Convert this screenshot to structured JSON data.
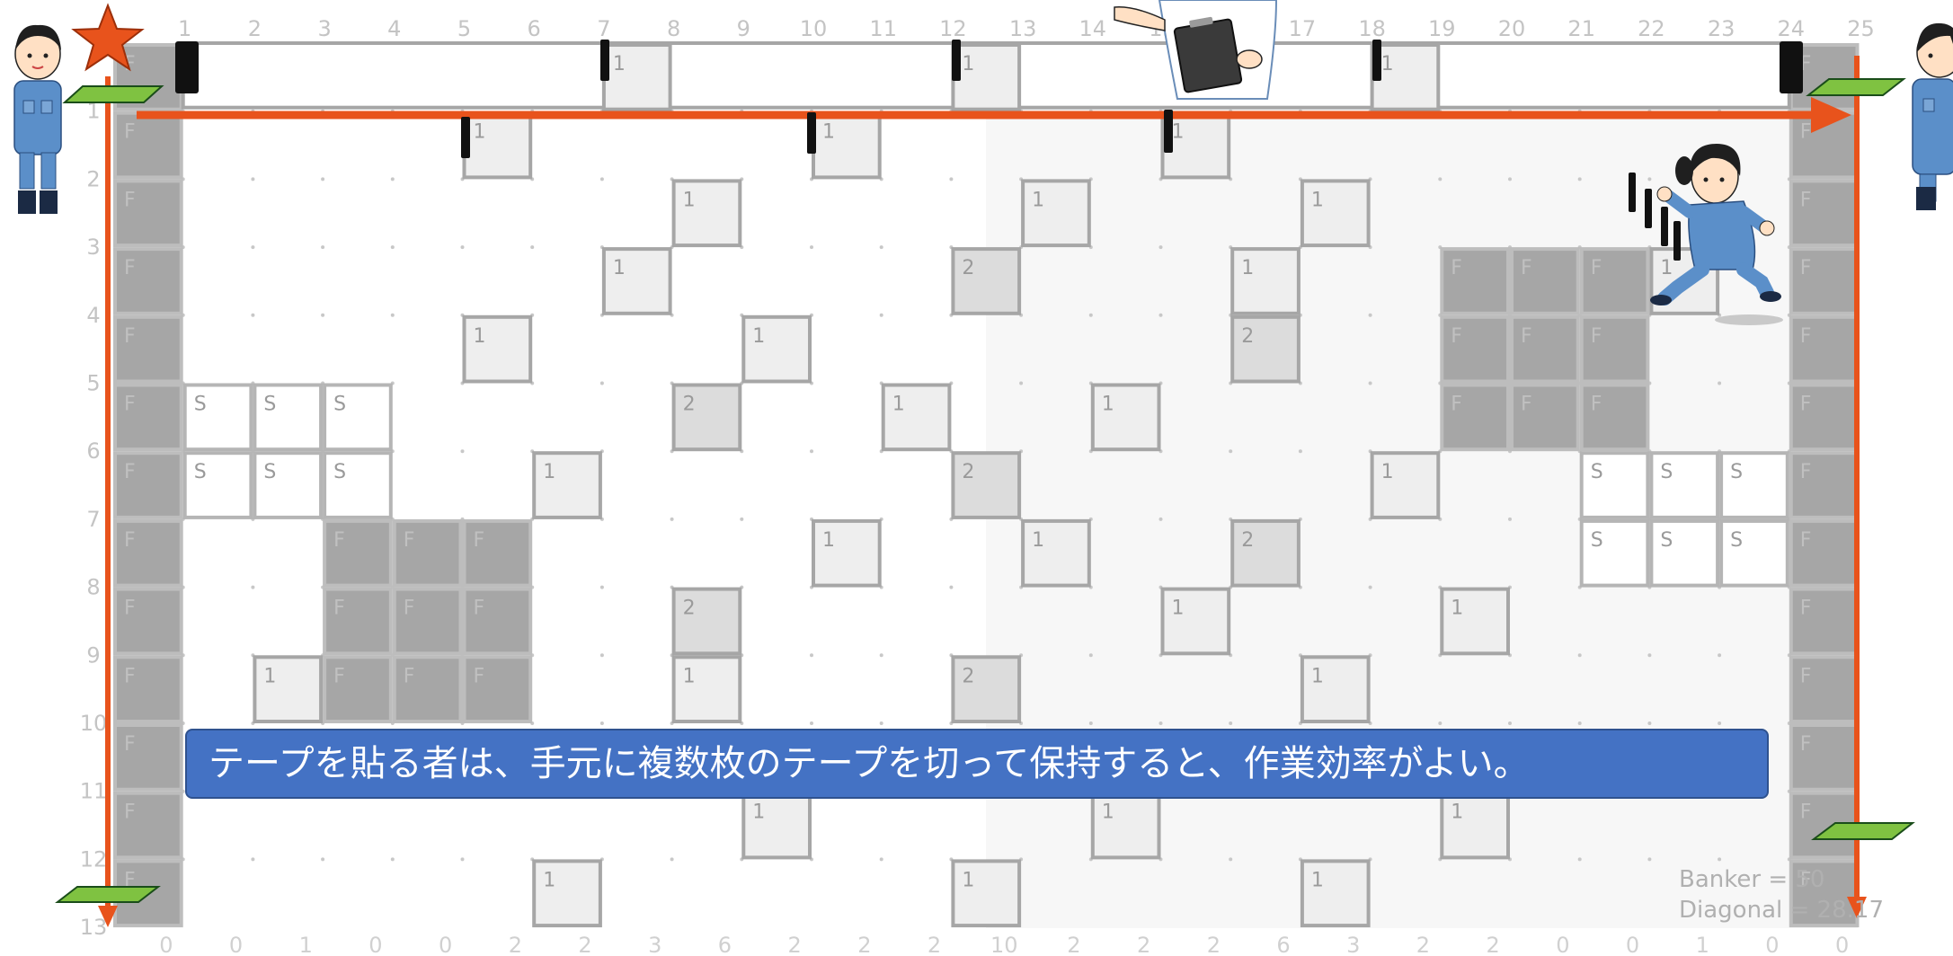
{
  "grid": {
    "col_labels": [
      "1",
      "2",
      "3",
      "4",
      "5",
      "6",
      "7",
      "8",
      "9",
      "10",
      "11",
      "12",
      "13",
      "14",
      "15",
      "16",
      "17",
      "18",
      "19",
      "20",
      "21",
      "22",
      "23",
      "24",
      "25"
    ],
    "row_labels": [
      "1",
      "2",
      "3",
      "4",
      "5",
      "6",
      "7",
      "8",
      "9",
      "10",
      "11",
      "12",
      "13"
    ],
    "bottom_values": [
      "0",
      "0",
      "1",
      "0",
      "0",
      "2",
      "2",
      "3",
      "6",
      "2",
      "2",
      "2",
      "10",
      "2",
      "2",
      "2",
      "6",
      "3",
      "2",
      "2",
      "0",
      "0",
      "1",
      "0",
      "0"
    ]
  },
  "cells": [
    {
      "c": 7,
      "r": 0,
      "t": "1"
    },
    {
      "c": 12,
      "r": 0,
      "t": "1"
    },
    {
      "c": 18,
      "r": 0,
      "t": "1"
    },
    {
      "c": 5,
      "r": 1,
      "t": "1"
    },
    {
      "c": 10,
      "r": 1,
      "t": "1"
    },
    {
      "c": 15,
      "r": 1,
      "t": "1"
    },
    {
      "c": 8,
      "r": 2,
      "t": "1"
    },
    {
      "c": 13,
      "r": 2,
      "t": "1"
    },
    {
      "c": 17,
      "r": 2,
      "t": "1"
    },
    {
      "c": 7,
      "r": 3,
      "t": "1"
    },
    {
      "c": 12,
      "r": 3,
      "t": "2"
    },
    {
      "c": 16,
      "r": 3,
      "t": "1"
    },
    {
      "c": 22,
      "r": 3,
      "t": "1"
    },
    {
      "c": 5,
      "r": 4,
      "t": "1"
    },
    {
      "c": 9,
      "r": 4,
      "t": "1"
    },
    {
      "c": 16,
      "r": 4,
      "t": "2"
    },
    {
      "c": 8,
      "r": 5,
      "t": "2"
    },
    {
      "c": 11,
      "r": 5,
      "t": "1"
    },
    {
      "c": 14,
      "r": 5,
      "t": "1"
    },
    {
      "c": 6,
      "r": 6,
      "t": "1"
    },
    {
      "c": 12,
      "r": 6,
      "t": "2"
    },
    {
      "c": 18,
      "r": 6,
      "t": "1"
    },
    {
      "c": 10,
      "r": 7,
      "t": "1"
    },
    {
      "c": 13,
      "r": 7,
      "t": "1"
    },
    {
      "c": 16,
      "r": 7,
      "t": "2"
    },
    {
      "c": 8,
      "r": 8,
      "t": "2"
    },
    {
      "c": 15,
      "r": 8,
      "t": "1"
    },
    {
      "c": 19,
      "r": 8,
      "t": "1"
    },
    {
      "c": 2,
      "r": 9,
      "t": "1"
    },
    {
      "c": 8,
      "r": 9,
      "t": "1"
    },
    {
      "c": 12,
      "r": 9,
      "t": "2"
    },
    {
      "c": 17,
      "r": 9,
      "t": "1"
    },
    {
      "c": 9,
      "r": 11,
      "t": "1"
    },
    {
      "c": 14,
      "r": 11,
      "t": "1"
    },
    {
      "c": 19,
      "r": 11,
      "t": "1"
    },
    {
      "c": 6,
      "r": 12,
      "t": "1"
    },
    {
      "c": 12,
      "r": 12,
      "t": "1"
    },
    {
      "c": 17,
      "r": 12,
      "t": "1"
    }
  ],
  "seat_cells": [
    {
      "c": 1,
      "r": 5
    },
    {
      "c": 2,
      "r": 5
    },
    {
      "c": 3,
      "r": 5
    },
    {
      "c": 1,
      "r": 6
    },
    {
      "c": 2,
      "r": 6
    },
    {
      "c": 3,
      "r": 6
    },
    {
      "c": 21,
      "r": 6
    },
    {
      "c": 22,
      "r": 6
    },
    {
      "c": 23,
      "r": 6
    },
    {
      "c": 21,
      "r": 7
    },
    {
      "c": 22,
      "r": 7
    },
    {
      "c": 23,
      "r": 7
    }
  ],
  "f_cells": [
    {
      "c": 3,
      "r": 7
    },
    {
      "c": 4,
      "r": 7
    },
    {
      "c": 5,
      "r": 7
    },
    {
      "c": 3,
      "r": 8
    },
    {
      "c": 4,
      "r": 8
    },
    {
      "c": 5,
      "r": 8
    },
    {
      "c": 3,
      "r": 9
    },
    {
      "c": 4,
      "r": 9
    },
    {
      "c": 5,
      "r": 9
    },
    {
      "c": 19,
      "r": 3
    },
    {
      "c": 20,
      "r": 3
    },
    {
      "c": 21,
      "r": 3
    },
    {
      "c": 19,
      "r": 4
    },
    {
      "c": 20,
      "r": 4
    },
    {
      "c": 21,
      "r": 4
    },
    {
      "c": 19,
      "r": 5
    },
    {
      "c": 20,
      "r": 5
    },
    {
      "c": 21,
      "r": 5
    }
  ],
  "labels": {
    "seat": "S",
    "frame": "F"
  },
  "tip_text": "テープを貼る者は、手元に複数枚のテープを切って保持すると、作業効率がよい。",
  "score": {
    "banker_label": "Banker = ",
    "banker_value": "50",
    "diagonal_label": "Diagonal = ",
    "diagonal_value": "28.17"
  },
  "colors": {
    "arrow": "#e8531c",
    "frame_fill": "#a6a6a6",
    "marker_fill": "#7fc241",
    "tip_bg": "#4472c4",
    "worker_blue": "#5b8fc9",
    "star": "#e8531c"
  },
  "icons": [
    "worker-left-icon",
    "worker-right-icon",
    "supervisor-icon",
    "running-worker-icon",
    "star-icon",
    "tape-icon",
    "floor-marker-icon"
  ]
}
